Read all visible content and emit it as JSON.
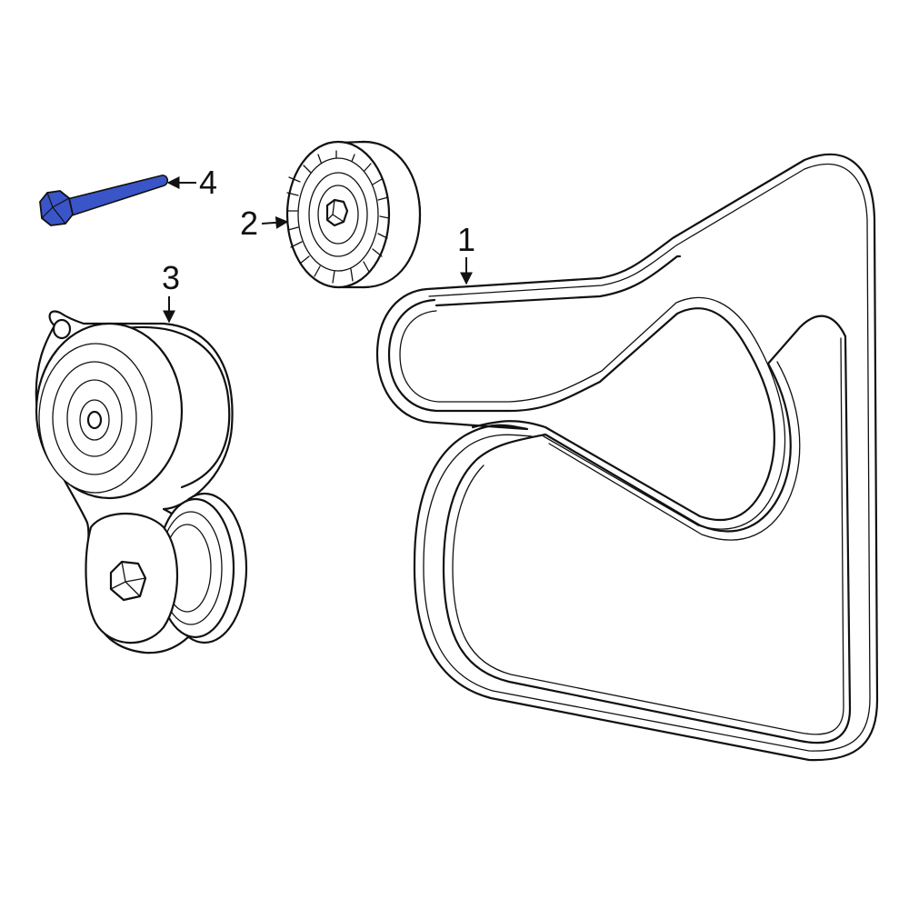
{
  "diagram": {
    "callouts": [
      {
        "id": "1",
        "label": "1"
      },
      {
        "id": "2",
        "label": "2"
      },
      {
        "id": "3",
        "label": "3"
      },
      {
        "id": "4",
        "label": "4"
      }
    ],
    "highlight_color": "#3a55c8",
    "line_color": "#111111",
    "background": "#ffffff"
  }
}
